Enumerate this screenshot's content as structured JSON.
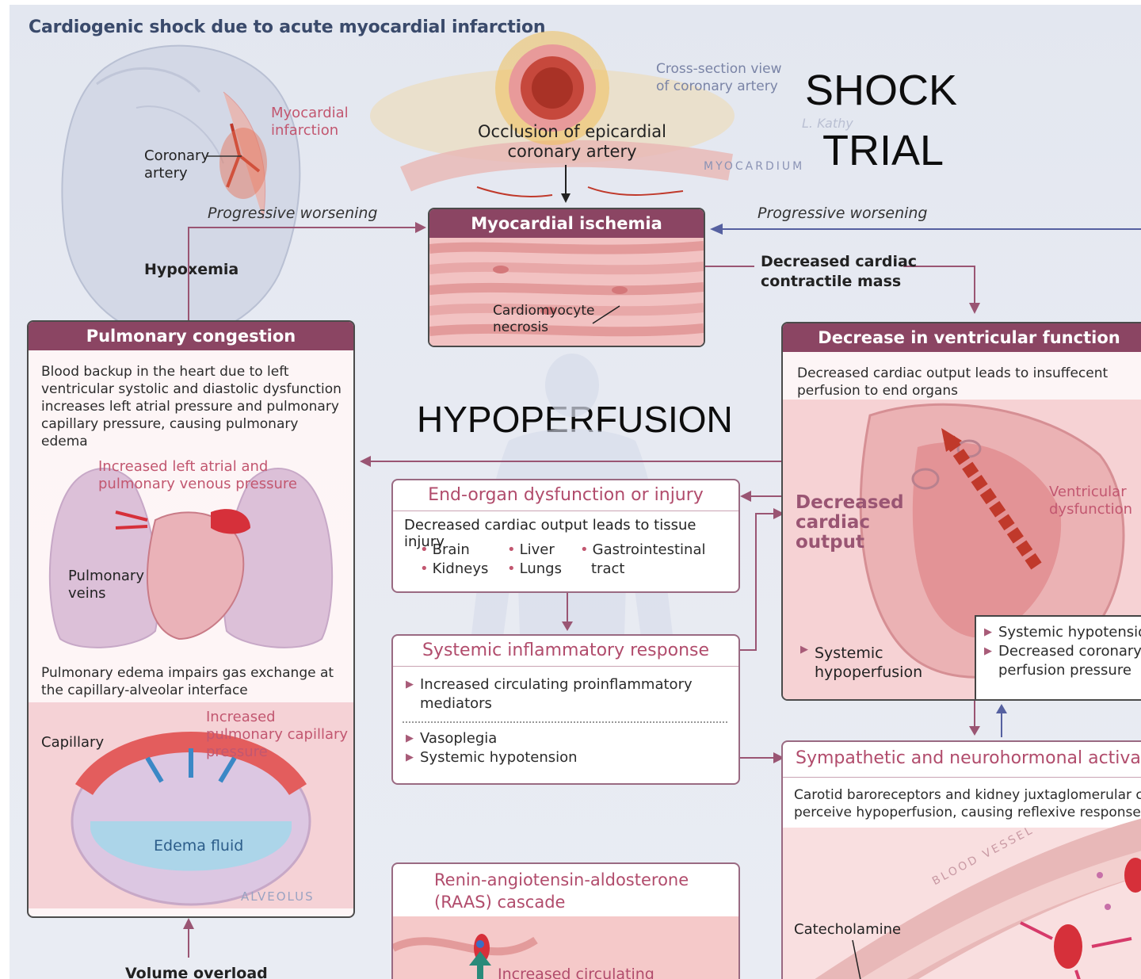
{
  "title": "Cardiogenic shock due to acute myocardial infarction",
  "overlay_labels": {
    "shock_trial_line1": "SHOCK",
    "shock_trial_line2": "TRIAL",
    "hypoperfusion": "HYPOPERFUSION"
  },
  "heart_labels": {
    "myocardial_infarction": "Myocardial infarction",
    "coronary_artery": "Coronary artery",
    "hypoxemia": "Hypoxemia"
  },
  "artery_labels": {
    "cross_section": "Cross-section view of coronary artery",
    "occlusion": "Occlusion of epicardial coronary artery",
    "myocardium": "MYOCARDIUM",
    "signature": "L. Kathy"
  },
  "flow_labels": {
    "progressive_left": "Progressive worsening",
    "progressive_right": "Progressive worsening",
    "decreased_contractile": "Decreased cardiac contractile mass",
    "volume_overload": "Volume overload"
  },
  "ischemia_box": {
    "header": "Myocardial ischemia",
    "label": "Cardiomyocyte necrosis"
  },
  "pulmonary_box": {
    "header": "Pulmonary congestion",
    "intro": "Blood backup in the heart due to left ventricular systolic and diastolic dysfunction increases left atrial pressure and pulmonary capillary pressure, causing pulmonary edema",
    "atrial_label": "Increased left atrial and pulmonary venous pressure",
    "veins_label": "Pulmonary veins",
    "edema_text": "Pulmonary edema impairs gas exchange at the capillary-alveolar interface",
    "capillary_label": "Capillary",
    "cap_pressure_label": "Increased pulmonary capillary pressure",
    "edema_fluid_label": "Edema fluid",
    "alveolus_label": "ALVEOLUS"
  },
  "ventricular_box": {
    "header": "Decrease in ventricular function",
    "intro": "Decreased cardiac output leads to insuffecent perfusion to end organs",
    "decreased_output": "Decreased cardiac output",
    "ventricular_dysfunction": "Ventricular dysfunction",
    "systemic_hypoperfusion": "Systemic hypoperfusion",
    "hypotension_items": [
      "Systemic hypotensio",
      "Decreased coronary perfusion pressure"
    ]
  },
  "end_organ_box": {
    "header": "End-organ dysfunction or injury",
    "intro": "Decreased cardiac output leads to tissue injury",
    "col1": [
      "Brain",
      "Kidneys"
    ],
    "col2": [
      "Liver",
      "Lungs"
    ],
    "col3": [
      "Gastrointestinal",
      "tract"
    ]
  },
  "inflammatory_box": {
    "header": "Systemic inflammatory response",
    "items_top": [
      "Increased circulating proinflammatory mediators"
    ],
    "items_bottom": [
      "Vasoplegia",
      "Systemic hypotension"
    ]
  },
  "raas_box": {
    "header": "Renin-angiotensin-aldosterone (RAAS) cascade",
    "label": "Increased circulating"
  },
  "sympathetic_box": {
    "header": "Sympathetic and neurohormonal activatio",
    "intro": "Carotid baroreceptors and kidney juxtaglomerular ce perceive hypoperfusion, causing reflexive responses",
    "blood_vessel": "BLOOD VESSEL",
    "catecholamine": "Catecholamine"
  },
  "colors": {
    "header_maroon": "#8b4563",
    "accent_pink": "#c25770",
    "arrow_blue": "#5560a0",
    "arrow_maroon": "#9a5573"
  }
}
